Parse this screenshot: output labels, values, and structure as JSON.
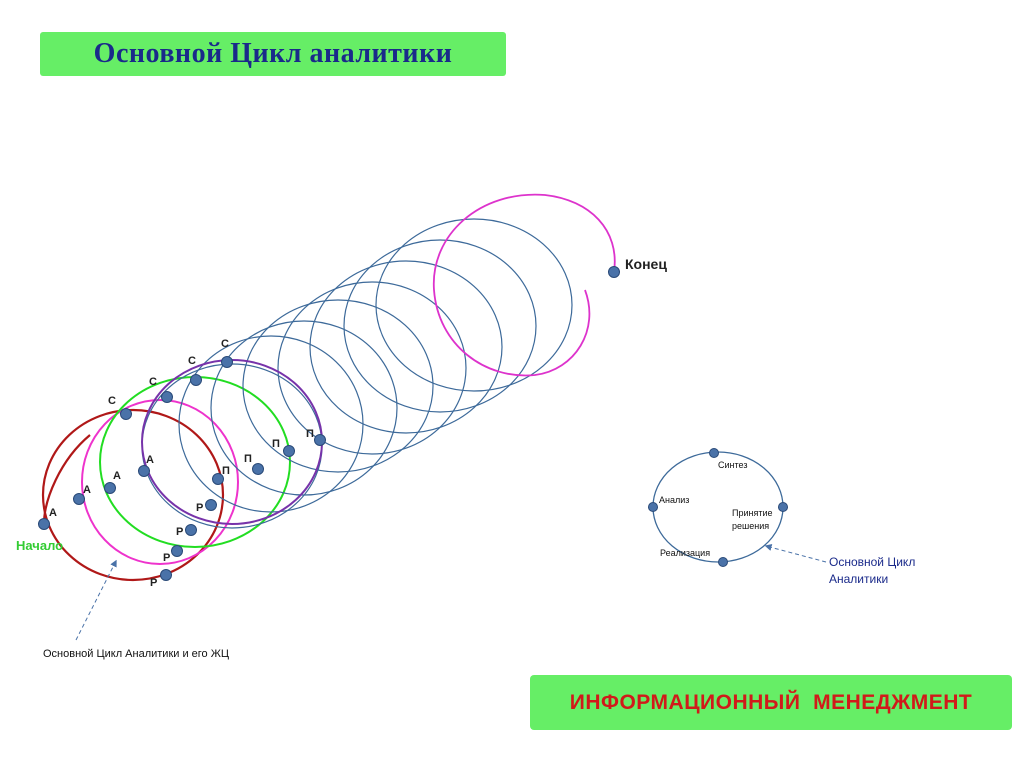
{
  "title": "Основной Цикл аналитики",
  "footer": "ИНФОРМАЦИОННЫЙ  МЕНЕДЖМЕНТ",
  "spiral": {
    "start_label": "Начало",
    "end_label": "Конец",
    "caption": "Основной Цикл Аналитики и его ЖЦ",
    "point_labels": {
      "s": "С",
      "a": "А",
      "p": "П",
      "r": "Р"
    }
  },
  "small_cycle": {
    "stages": {
      "synthesis": "Синтез",
      "analysis": "Анализ",
      "decision_line1": "Принятие",
      "decision_line2": "решения",
      "realization": "Реализация"
    },
    "caption_line1": "Основной Цикл",
    "caption_line2": "Аналитики"
  },
  "colors": {
    "title_bg": "#66ee66",
    "title_text": "#1a2a8a",
    "footer_text": "#d11a1a",
    "loop_1": "#b01818",
    "loop_2": "#ee33cc",
    "loop_3": "#22dd22",
    "loop_4": "#7733aa",
    "loop_end": "#dd33cc",
    "loops_rest": "#3d6a9a",
    "start_label": "#33cc33",
    "node": "#4a72a8"
  }
}
